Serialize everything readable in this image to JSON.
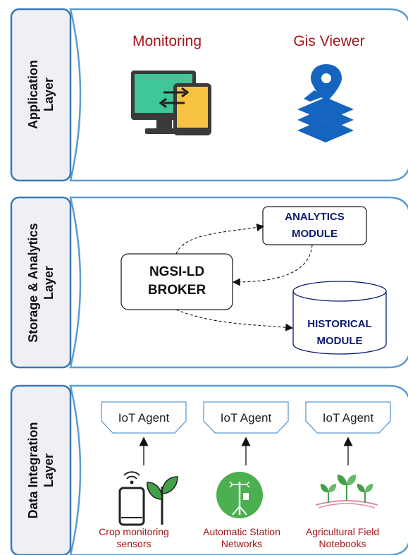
{
  "application_layer": {
    "label_line1": "Application",
    "label_line2": "Layer",
    "monitoring": "Monitoring",
    "gis_viewer": "Gis Viewer",
    "icons": [
      "monitor-tablet-sync-icon",
      "map-layers-pin-icon"
    ]
  },
  "storage_layer": {
    "label_line1": "Storage & Analytics",
    "label_line2": "Layer",
    "broker_line1": "NGSI-LD",
    "broker_line2": "BROKER",
    "analytics_line1": "ANALYTICS",
    "analytics_line2": "MODULE",
    "historical_line1": "HISTORICAL",
    "historical_line2": "MODULE"
  },
  "data_layer": {
    "label_line1": "Data Integration",
    "label_line2": "Layer",
    "agents": [
      "IoT Agent",
      "IoT Agent",
      "IoT Agent"
    ],
    "devices": [
      {
        "line1": "Crop monitoring",
        "line2": "sensors",
        "icon": "sensor-plant-icon"
      },
      {
        "line1": "Automatic Station",
        "line2": "Networks",
        "icon": "weather-station-icon"
      },
      {
        "line1": "Agricultural Field",
        "line2": "Notebooks",
        "icon": "seedlings-icon"
      }
    ]
  },
  "colors": {
    "frame_stroke": "#5b9bd5",
    "label_fill": "#eef0f4",
    "text_red": "#a4161a",
    "module_blue": "#0d1a73",
    "icon_blue": "#1565c0",
    "monitor_green": "#3fc79a",
    "tablet_yellow": "#f6c343",
    "station_green": "#4caf50",
    "plant_green": "#43a047"
  }
}
